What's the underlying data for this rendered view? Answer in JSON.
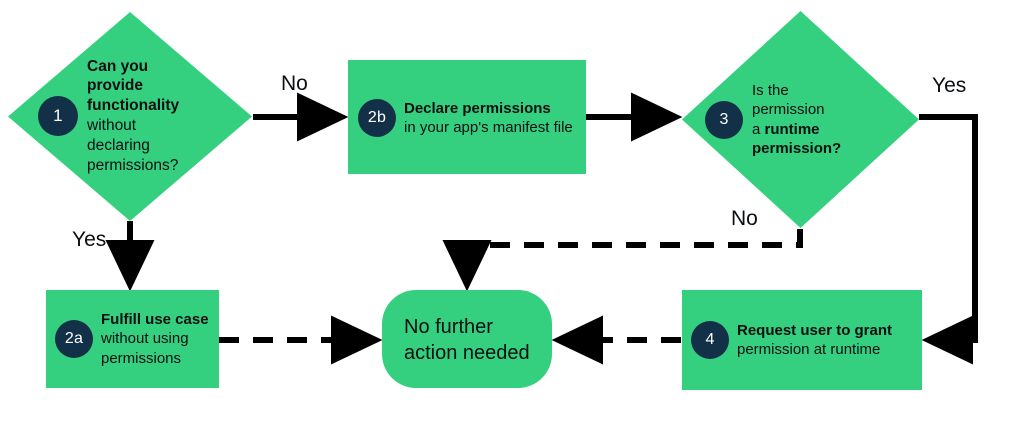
{
  "diagram": {
    "title": "Android permissions decision flowchart",
    "colors": {
      "node_fill": "#35D07F",
      "badge_fill": "#123047",
      "badge_text": "#ffffff",
      "text": "#0b0f12",
      "edge": "#000000",
      "background": "#ffffff"
    }
  },
  "nodes": {
    "n1": {
      "badge": "1",
      "shape": "diamond",
      "line1": "Can you",
      "line2": "provide",
      "line3": "functionality",
      "line4": "without",
      "line5": "declaring",
      "line6": "permissions?"
    },
    "n2b": {
      "badge": "2b",
      "shape": "rectangle",
      "line1": "Declare permissions",
      "line2": "in your app's manifest file"
    },
    "n3": {
      "badge": "3",
      "shape": "diamond",
      "line1": "Is the",
      "line2": "permission",
      "line3a": "a ",
      "line3b": "runtime",
      "line4": "permission?"
    },
    "n2a": {
      "badge": "2a",
      "shape": "rectangle",
      "line1": "Fulfill use case",
      "line2": "without using",
      "line3": "permissions"
    },
    "n4": {
      "badge": "4",
      "shape": "rectangle",
      "line1": "Request user to grant",
      "line2": "permission at runtime"
    },
    "done": {
      "shape": "stadium",
      "line1": "No further",
      "line2": "action needed"
    }
  },
  "edges": {
    "e1_no": {
      "label": "No",
      "style": "solid",
      "from": "n1",
      "to": "n2b"
    },
    "e1_yes": {
      "label": "Yes",
      "style": "solid",
      "from": "n1",
      "to": "n2a"
    },
    "e2b_3": {
      "label": "",
      "style": "solid",
      "from": "n2b",
      "to": "n3"
    },
    "e3_yes": {
      "label": "Yes",
      "style": "solid",
      "from": "n3",
      "to": "n4"
    },
    "e3_no": {
      "label": "No",
      "style": "dashed",
      "from": "n3",
      "to": "done"
    },
    "e2a_done": {
      "label": "",
      "style": "dashed",
      "from": "n2a",
      "to": "done"
    },
    "e4_done": {
      "label": "",
      "style": "dashed",
      "from": "n4",
      "to": "done"
    }
  }
}
